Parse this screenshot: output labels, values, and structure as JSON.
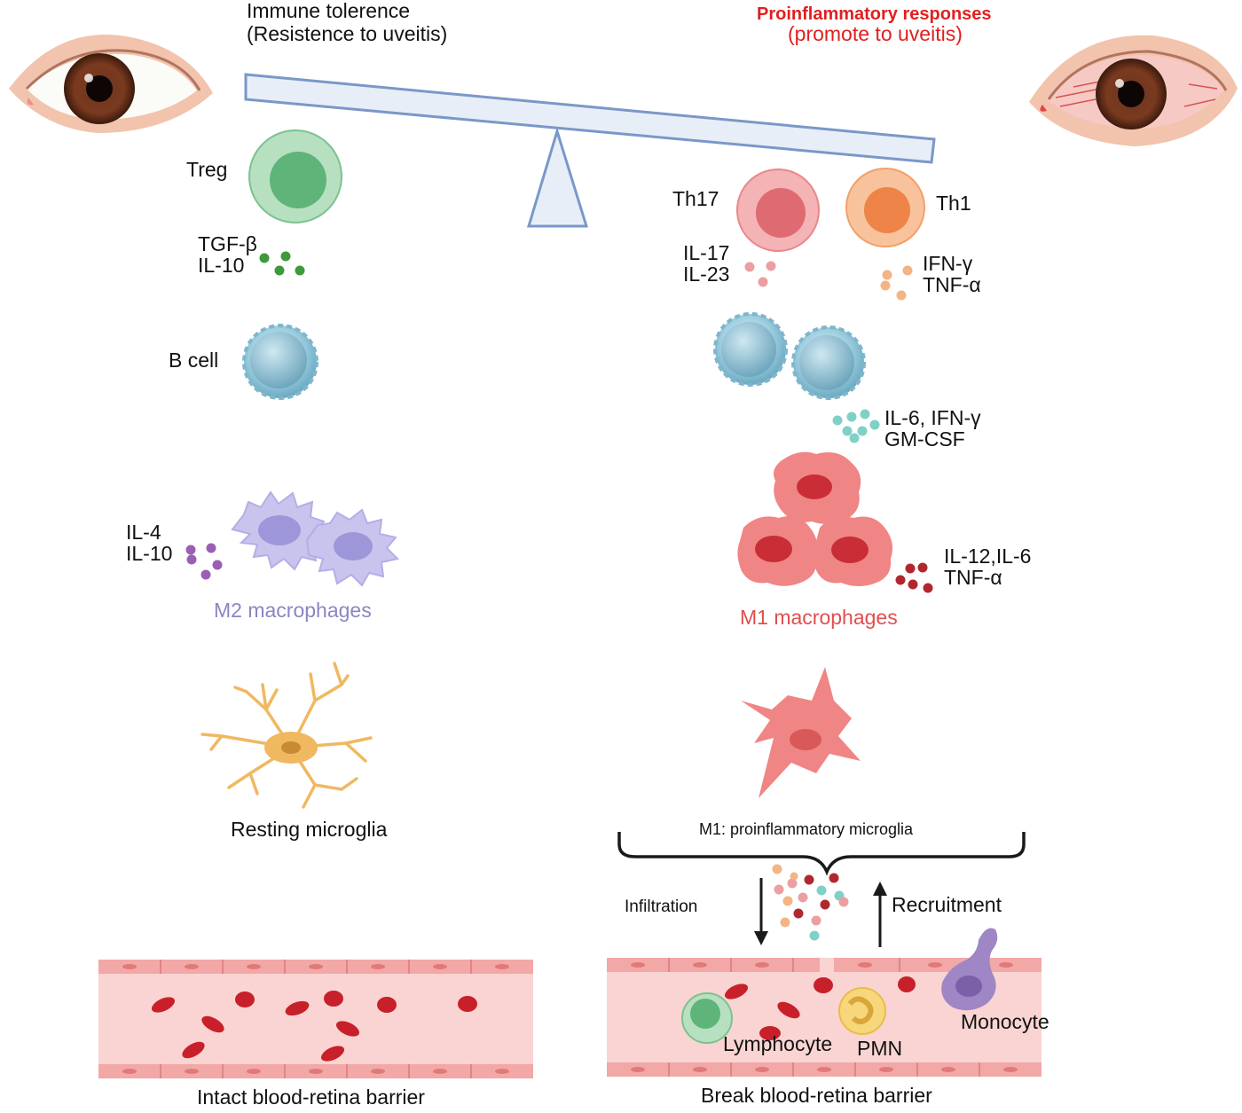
{
  "left_header": {
    "line1": "Immune tolerence",
    "line2": "(Resistence to uveitis)"
  },
  "right_header": {
    "line1": "Proinflammatory responses",
    "line2": "(promote to uveitis)"
  },
  "cells": {
    "treg": "Treg",
    "th17": "Th17",
    "th1": "Th1",
    "b_cell": "B cell"
  },
  "cytokines": {
    "treg_1": "TGF-β",
    "treg_2": "IL-10",
    "th17_1": "IL-17",
    "th17_2": "IL-23",
    "th1_1": "IFN-γ",
    "th1_2": "TNF-α",
    "b_right_1": "IL-6, IFN-γ",
    "b_right_2": "GM-CSF",
    "m2_1": "IL-4",
    "m2_2": "IL-10",
    "m1_1": "IL-12,IL-6",
    "m1_2": "TNF-α"
  },
  "macrophages": {
    "m2": "M2 macrophages",
    "m1": "M1 macrophages"
  },
  "microglia": {
    "resting": "Resting microglia",
    "m1": "M1: proinflammatory microglia"
  },
  "barrier": {
    "infiltration": "Infiltration",
    "recruitment": "Recruitment",
    "lymphocyte": "Lymphocyte",
    "pmn": "PMN",
    "monocyte": "Monocyte",
    "intact": "Intact blood-retina barrier",
    "break": "Break blood-retina barrier"
  },
  "colors": {
    "treg": "#7cc28f",
    "th17": "#e8878c",
    "th1": "#f2a06a",
    "b_cell": "#9fcfe0",
    "m2": "#b3aee6",
    "m1": "#ee7b7b",
    "resting_microglia": "#f0b860",
    "m1_microglia": "#ee8080",
    "vessel": "#f9d4d2",
    "rbc": "#c8202a",
    "seesaw": "#7a98c8"
  }
}
